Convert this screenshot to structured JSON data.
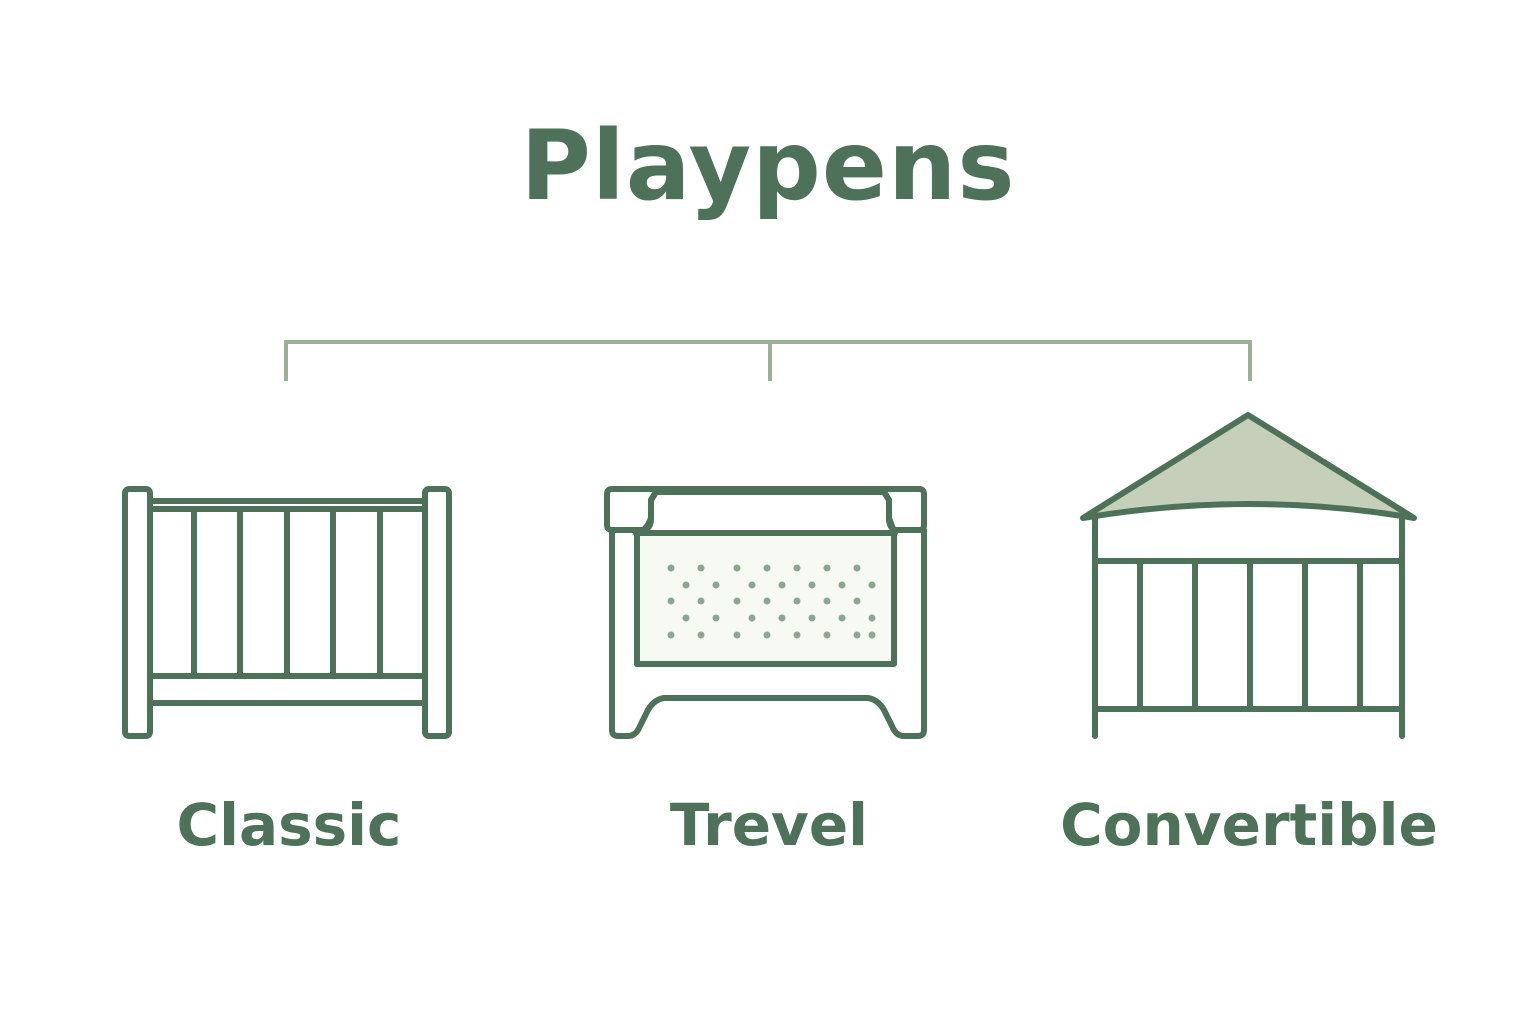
{
  "title": "Playpens",
  "colors": {
    "primary": "#4e7159",
    "connector": "#9bb096",
    "roof_fill": "#c5cfb9",
    "mesh_fill": "#f7f9f3",
    "mesh_dots": "#8aa78f"
  },
  "categories": [
    {
      "label": "Classic",
      "icon": "classic-crib-icon"
    },
    {
      "label": "Trevel",
      "icon": "travel-playpen-icon"
    },
    {
      "label": "Convertible",
      "icon": "convertible-playpen-icon"
    }
  ]
}
